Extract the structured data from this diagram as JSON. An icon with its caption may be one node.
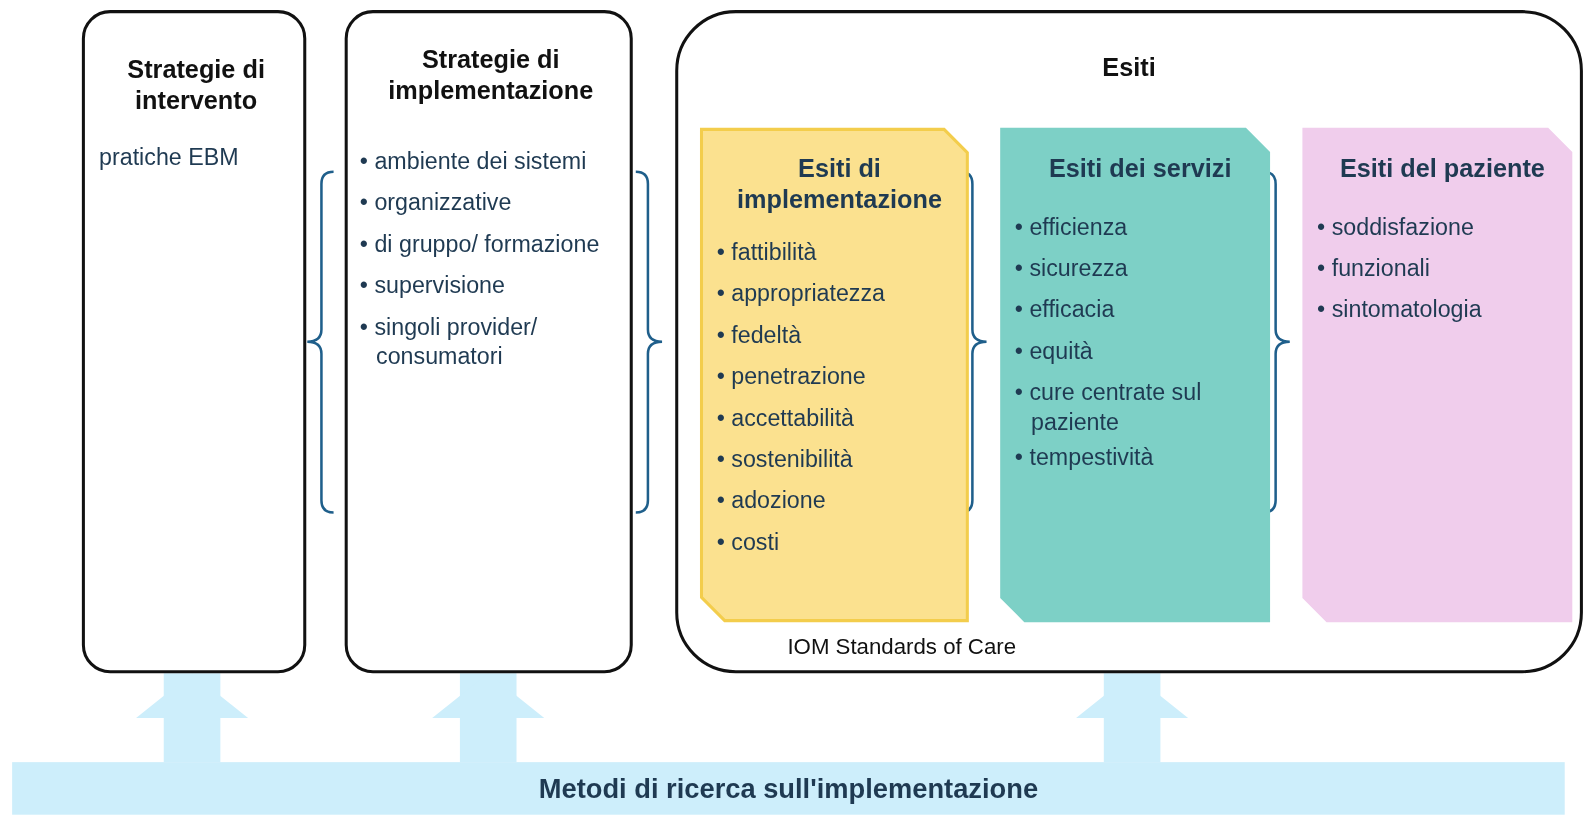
{
  "diagram": {
    "nodes": [
      {
        "text": [
          "Strategie di intervento",
          "pratiche EBM"
        ]
      },
      {
        "text": [
          "Strategie di implementazione",
          "• ambiente dei sistemi",
          "• organizzative",
          "• di gruppo/ formazione",
          "• supervisione",
          "• singoli provider/ consumatori"
        ]
      },
      {
        "text": [
          "Esiti",
          "IOM Standards of Care"
        ]
      },
      {
        "text": [
          "Esiti di implementazione",
          "• fattibilità",
          "• appropriatezza",
          "• fedeltà",
          "• penetrazione",
          "• accettabilità",
          "• sostenibilità",
          "• adozione",
          "• costi"
        ],
        "in": 2
      },
      {
        "text": [
          "Esiti dei servizi",
          "• efficienza",
          "• sicurezza",
          "• efficacia",
          "• equità",
          "• cure centrate sul paziente",
          "• tempestività"
        ],
        "in": 2
      },
      {
        "text": [
          "Esiti del paziente",
          "• soddisfazione",
          "• funzionali",
          "• sintomatologia"
        ],
        "in": 2
      },
      {
        "text": [
          "Metodi di ricerca sull'implementazione"
        ]
      }
    ],
    "edges": [
      {
        "from": 6,
        "to": 0,
        "arrow": "to"
      },
      {
        "from": 6,
        "to": 1,
        "arrow": "to"
      },
      {
        "from": 6,
        "to": 2,
        "arrow": "to"
      }
    ]
  }
}
